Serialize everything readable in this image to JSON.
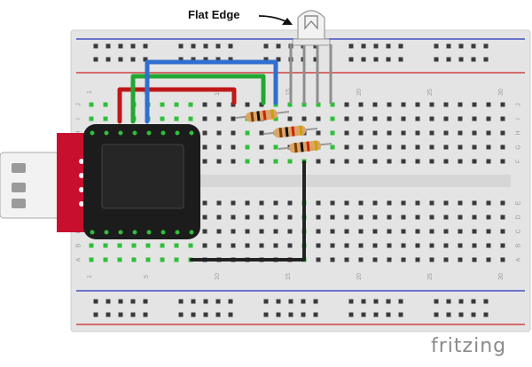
{
  "annotation": {
    "label": "Flat Edge"
  },
  "brand": {
    "name": "fritzing"
  },
  "breadboard": {
    "column_numbers": [
      "1",
      "5",
      "10",
      "15",
      "20",
      "25",
      "30"
    ],
    "row_letters_top": [
      "J",
      "I",
      "H",
      "G",
      "F"
    ],
    "row_letters_bottom": [
      "E",
      "D",
      "C",
      "B",
      "A"
    ]
  },
  "colors": {
    "board": "#e3e3e3",
    "rail_red": "#cc2222",
    "rail_blue": "#2233bb",
    "wire_red": "#c01818",
    "wire_green": "#22a832",
    "wire_blue": "#2f6fd0",
    "wire_black": "#222222",
    "usb_red": "#c8102e",
    "module_black": "#1c1c1c"
  },
  "components": {
    "microcontroller": "usb-stick-microcontroller",
    "led": "rgb-led-4-leg",
    "resistors": 3,
    "wires": [
      "red",
      "green",
      "blue",
      "black"
    ]
  }
}
